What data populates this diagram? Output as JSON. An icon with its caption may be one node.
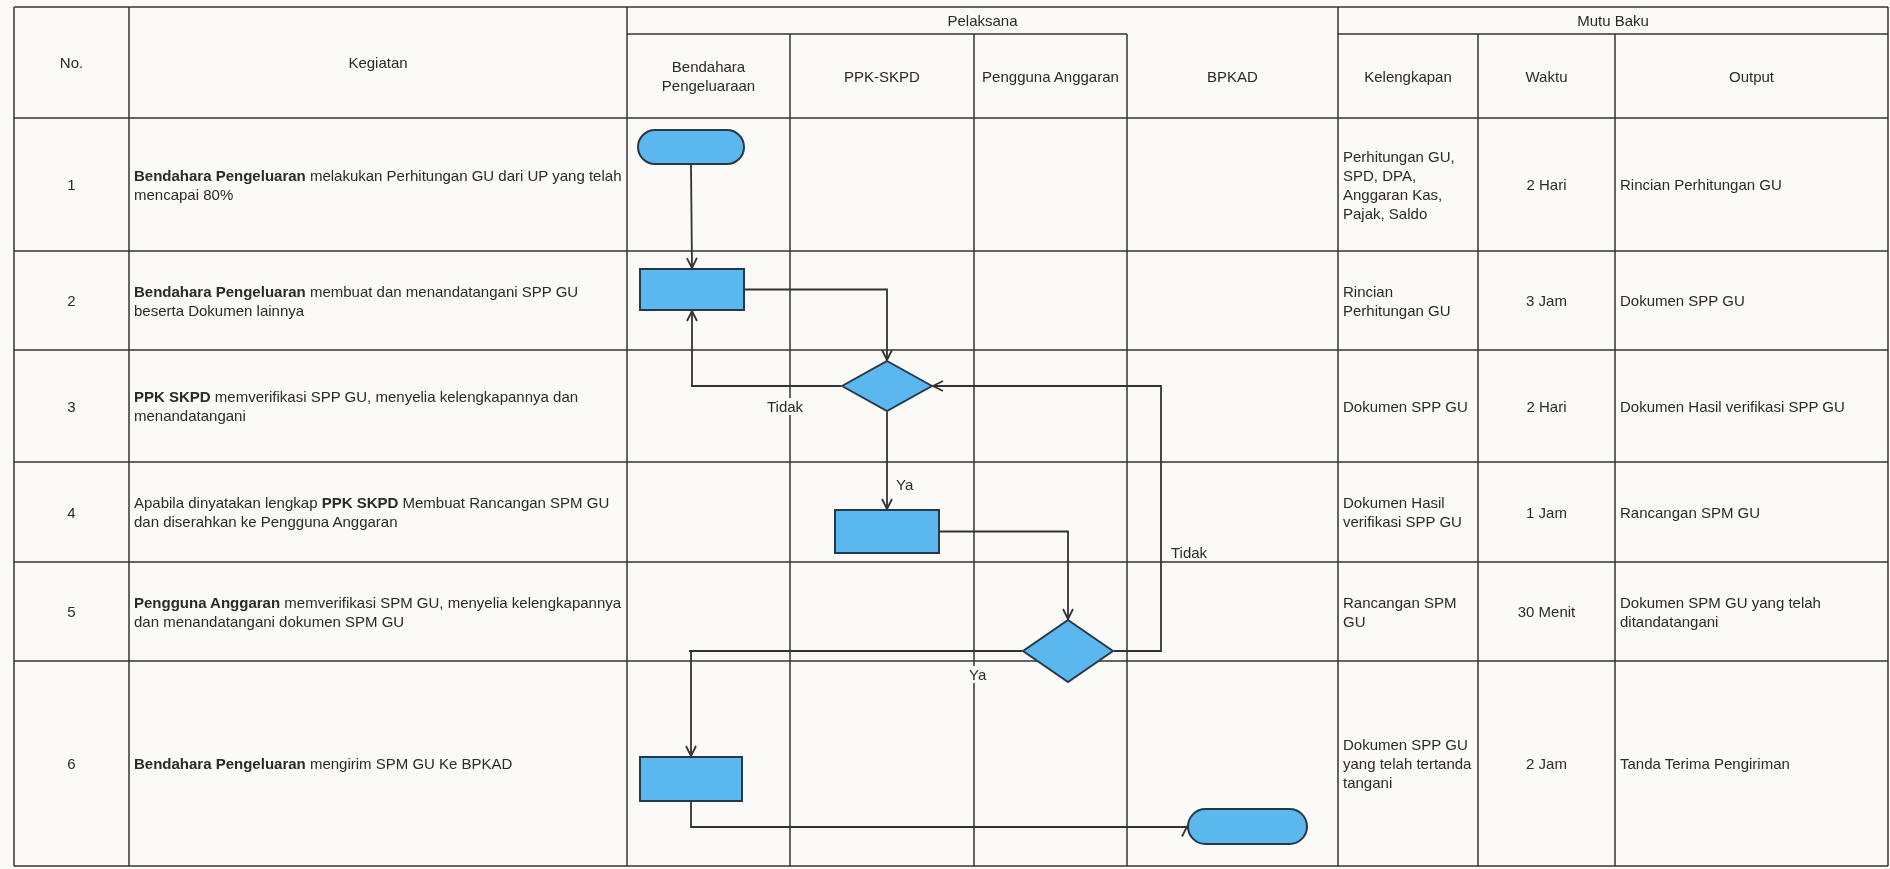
{
  "diagram": {
    "nodes": [
      {
        "text": [],
        "shape": "oval"
      },
      {
        "text": [],
        "shape": "box"
      },
      {
        "text": [],
        "shape": "diamond"
      },
      {
        "text": [],
        "shape": "box"
      },
      {
        "text": [],
        "shape": "diamond"
      },
      {
        "text": [],
        "shape": "box"
      },
      {
        "text": [],
        "shape": "oval"
      }
    ],
    "edges": [
      {
        "from": 0,
        "to": 1,
        "arrow": "to"
      },
      {
        "from": 1,
        "to": 2,
        "arrow": "to"
      },
      {
        "from": 2,
        "to": 1,
        "arrow": "to",
        "label": "Tidak"
      },
      {
        "from": 2,
        "to": 3,
        "arrow": "to",
        "label": "Ya"
      },
      {
        "from": 3,
        "to": 4,
        "arrow": "to"
      },
      {
        "from": 4,
        "to": 2,
        "arrow": "to",
        "label": "Tidak"
      },
      {
        "from": 4,
        "to": 5,
        "arrow": "to",
        "label": "Ya"
      },
      {
        "from": 5,
        "to": 6,
        "arrow": "to"
      }
    ],
    "labels": [
      "No.",
      "Kegiatan",
      "Pelaksana",
      "Mutu Baku",
      "Bendahara Pengeluaraan",
      "PPK-SKPD",
      "Pengguna Anggaran",
      "BPKAD",
      "Kelengkapan",
      "Waktu",
      "Output",
      "1",
      "**Bendahara Pengeluaran** melakukan Perhitungan GU dari UP yang telah mencapai 80%",
      "Perhitungan GU, SPD, DPA, Anggaran Kas, Pajak, Saldo",
      "2 Hari",
      "Rincian Perhitungan GU",
      "2",
      "**Bendahara Pengeluaran** membuat dan menandatangani SPP GU beserta Dokumen lainnya",
      "Rincian Perhitungan GU",
      "3 Jam",
      "Dokumen SPP GU",
      "3",
      "**PPK SKPD** memverifikasi SPP GU, menyelia kelengkapannya dan menandatangani",
      "Dokumen SPP GU",
      "2 Hari",
      "Dokumen Hasil verifikasi SPP GU",
      "4",
      "Apabila dinyatakan lengkap **PPK SKPD** Membuat Rancangan SPM GU dan diserahkan ke Pengguna Anggaran",
      "Dokumen Hasil verifikasi SPP GU",
      "1 Jam",
      "Rancangan SPM GU",
      "5",
      "**Pengguna Anggaran** memverifikasi SPM GU, menyelia kelengkapannya dan menandatangani dokumen SPM GU",
      "Rancangan SPM GU",
      "30 Menit",
      "Dokumen SPM GU yang telah ditandatangani",
      "6",
      "**Bendahara Pengeluaran** mengirim SPM GU Ke BPKAD",
      "Dokumen SPP GU yang telah tertanda tangani",
      "2 Jam",
      "Tanda Terima Pengiriman"
    ]
  }
}
